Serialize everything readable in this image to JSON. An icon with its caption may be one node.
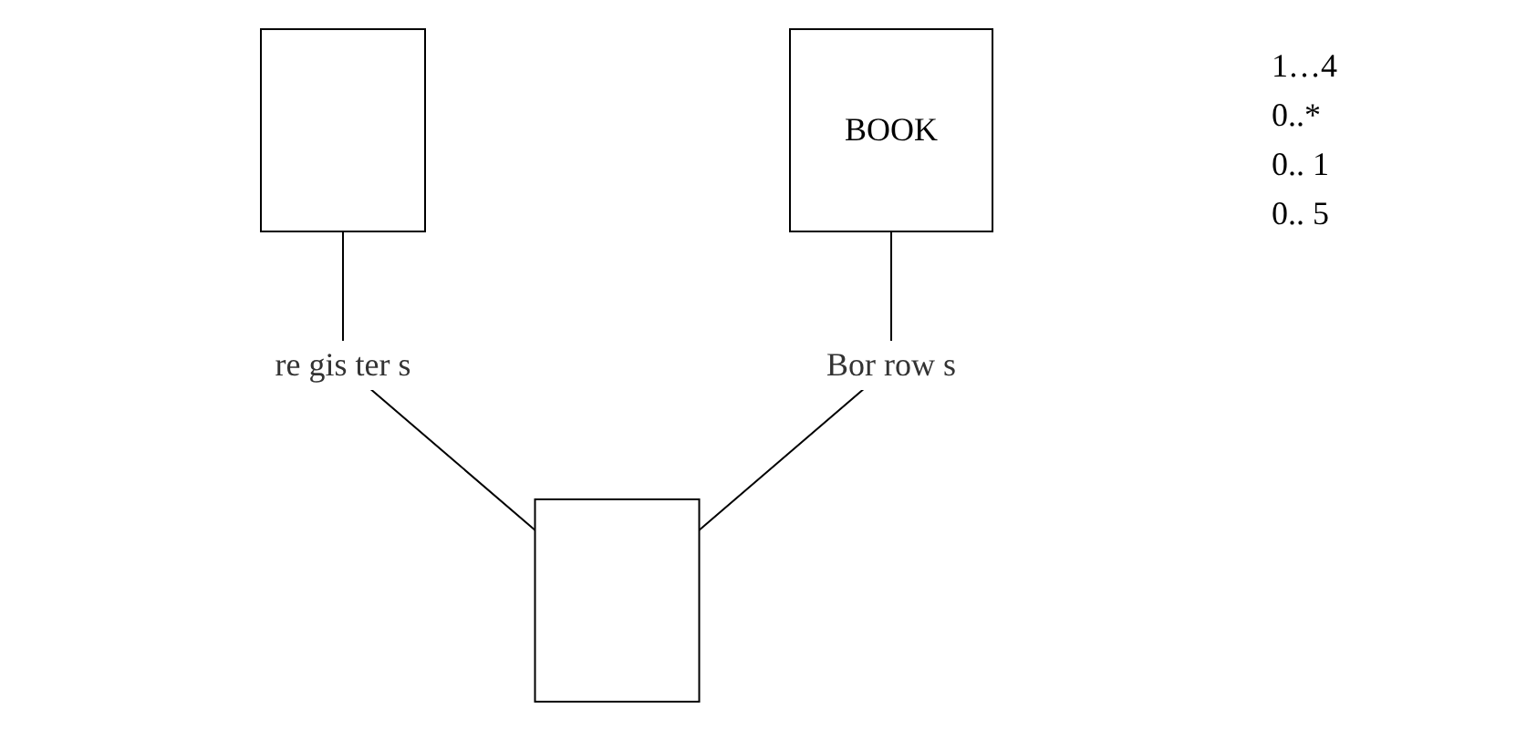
{
  "diagram": {
    "nodes": [
      {
        "text": [],
        "shape": "box"
      },
      {
        "text": [
          "BOOK"
        ]
      },
      {
        "text": [],
        "shape": "box"
      }
    ],
    "edges": [
      {
        "from": 0,
        "to": 2,
        "arrow": "none",
        "label": "re gis ter s"
      },
      {
        "from": 1,
        "to": 2,
        "arrow": "none",
        "label": "Bor row s"
      }
    ],
    "labels": [
      "1…4",
      "0..*",
      "0.. 1",
      "0.. 5"
    ]
  }
}
